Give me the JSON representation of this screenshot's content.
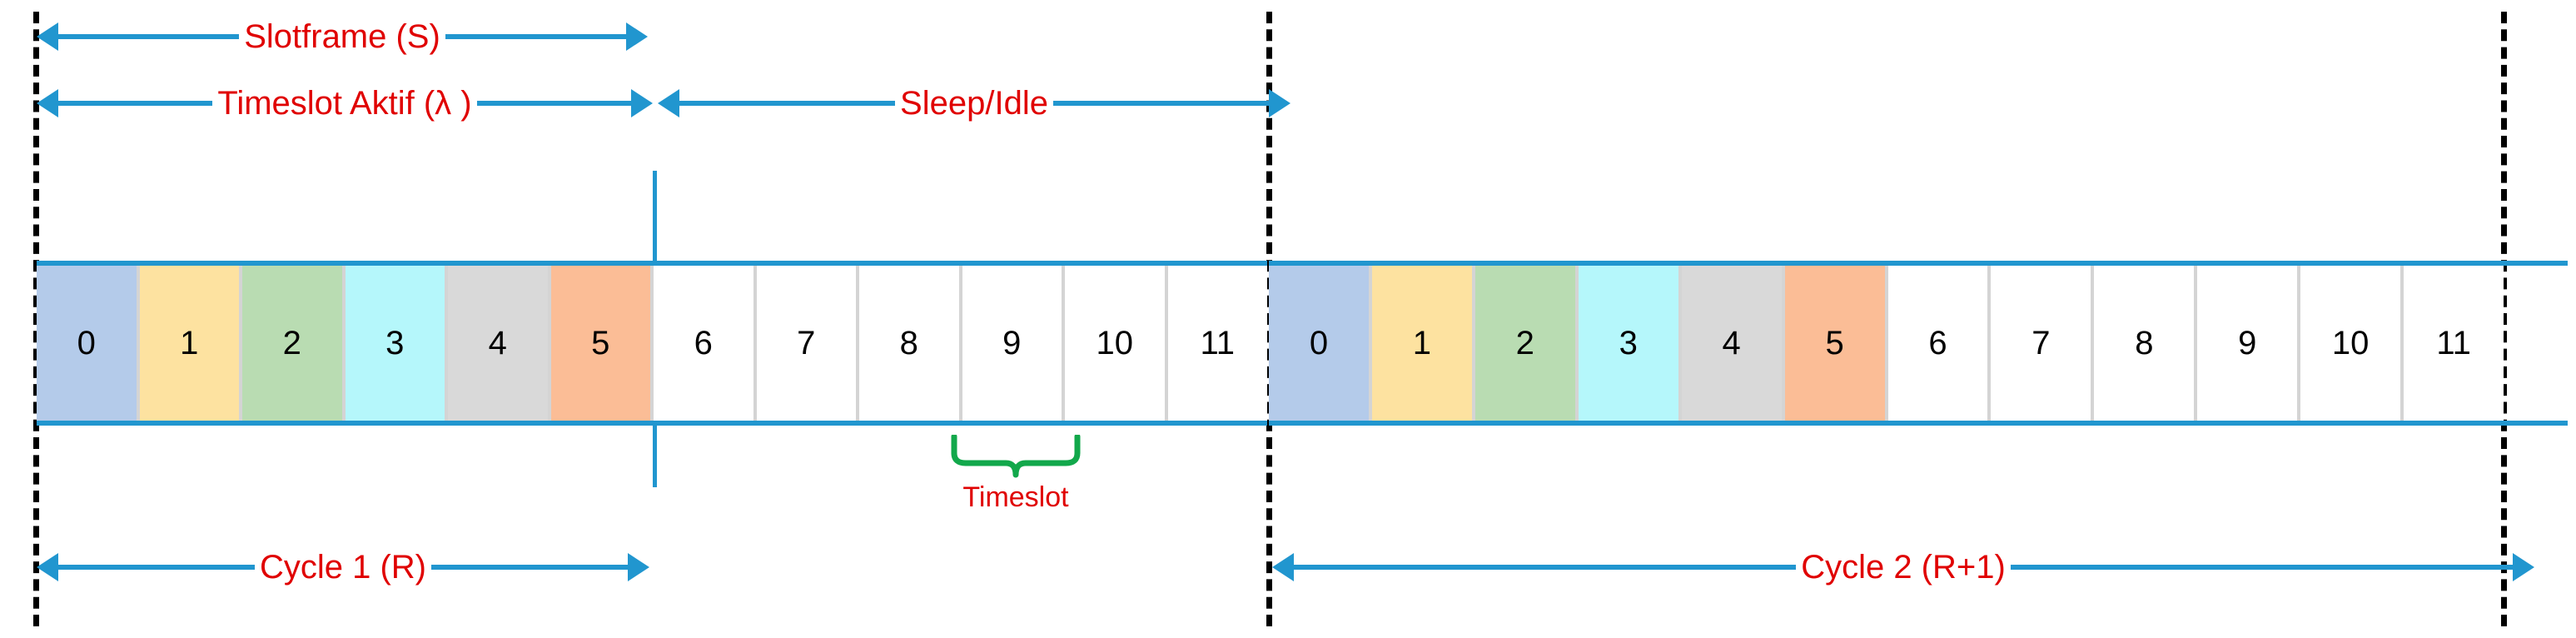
{
  "figure": {
    "type": "timing-diagram",
    "title_text": "TSCH slotframe / duty-cycle timing diagram",
    "colors": {
      "arrow_blue": "#2196cf",
      "label_red": "#e00000",
      "brace_green": "#12a84b",
      "boundary_black": "#000000",
      "cell_border_gray": "#d4d4d4"
    }
  },
  "annotations": {
    "slotframe": "Slotframe (S)",
    "active": "Timeslot Aktif (λ )",
    "sleep": "Sleep/Idle",
    "timeslot_brace": "Timeslot",
    "cycle1": "Cycle 1 (R)",
    "cycle2": "Cycle 2 (R+1)"
  },
  "timeslots": {
    "count_per_cycle": 12,
    "active_count": 6,
    "labels": [
      "0",
      "1",
      "2",
      "3",
      "4",
      "5",
      "6",
      "7",
      "8",
      "9",
      "10",
      "11"
    ],
    "fills": [
      "#b4cbea",
      "#fde2a0",
      "#b9dcb2",
      "#b5f7fb",
      "#d9d9d9",
      "#fbbd96",
      "#ffffff",
      "#ffffff",
      "#ffffff",
      "#ffffff",
      "#ffffff",
      "#ffffff"
    ],
    "braced_index": 9
  },
  "cycles": [
    {
      "name": "Cycle 1 (R)"
    },
    {
      "name": "Cycle 2 (R+1)"
    }
  ]
}
